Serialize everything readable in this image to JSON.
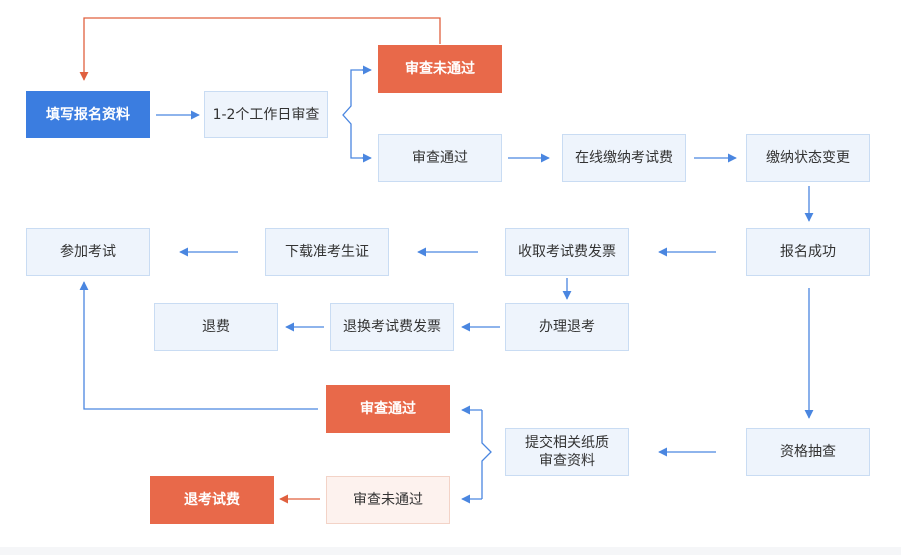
{
  "colors": {
    "primary": "#3b7de0",
    "warn": "#e8694a",
    "box_fill": "#eef4fc",
    "box_border": "#c9dcf3",
    "warn_light_fill": "#fdf2ee",
    "arrow_blue": "#4a86e0",
    "arrow_red": "#e0603f"
  },
  "nodes": {
    "fill_info": "填写报名资料",
    "review_1_2_days": "1-2个工作日审查",
    "review_failed_top": "审查未通过",
    "review_passed_top": "审查通过",
    "pay_exam_fee_online": "在线缴纳考试费",
    "payment_status_change": "缴纳状态变更",
    "registration_success": "报名成功",
    "receive_invoice": "收取考试费发票",
    "download_admission": "下载准考生证",
    "take_exam": "参加考试",
    "handle_withdrawal": "办理退考",
    "exchange_invoice": "退换考试费发票",
    "refund": "退费",
    "qualification_check": "资格抽查",
    "submit_documents": "提交相关纸质\n审查资料",
    "review_passed_bottom": "审查通过",
    "review_failed_bottom": "审查未通过",
    "refund_exam_fee": "退考试费"
  }
}
